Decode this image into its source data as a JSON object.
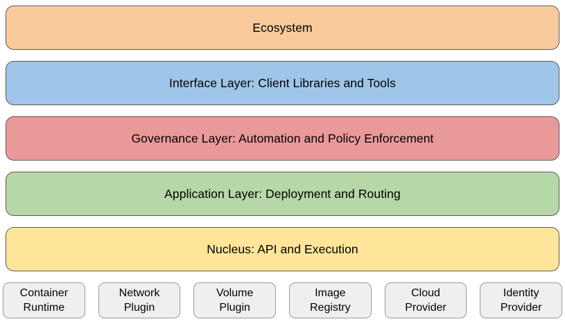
{
  "diagram": {
    "layers": [
      {
        "label": "Ecosystem",
        "fill": "#f9cb9c"
      },
      {
        "label": "Interface Layer: Client Libraries and Tools",
        "fill": "#9fc5e8"
      },
      {
        "label": "Governance Layer: Automation and Policy Enforcement",
        "fill": "#ea9999"
      },
      {
        "label": "Application Layer: Deployment and Routing",
        "fill": "#b6d7a8"
      },
      {
        "label": "Nucleus: API and Execution",
        "fill": "#ffe599"
      }
    ],
    "providers": [
      {
        "label": "Container\nRuntime"
      },
      {
        "label": "Network\nPlugin"
      },
      {
        "label": "Volume\nPlugin"
      },
      {
        "label": "Image\nRegistry"
      },
      {
        "label": "Cloud\nProvider"
      },
      {
        "label": "Identity\nProvider"
      }
    ],
    "styles": {
      "layer_border": "#595959",
      "provider_fill": "#efefef",
      "provider_border": "#999999",
      "background": "#ffffff"
    }
  }
}
